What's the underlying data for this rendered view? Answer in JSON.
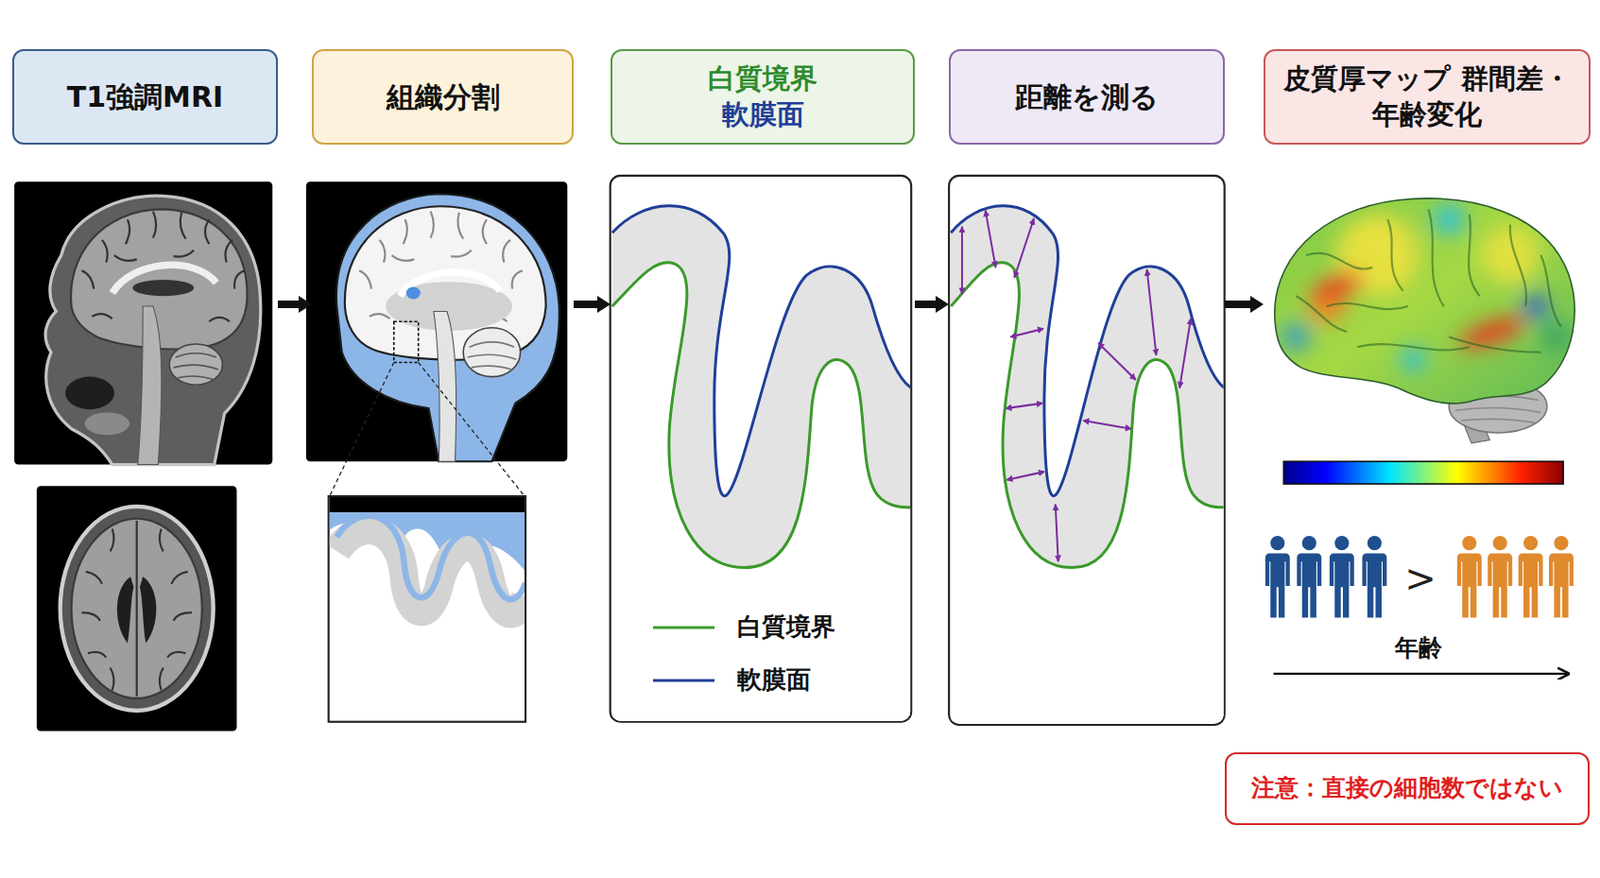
{
  "diagram": {
    "nodes": [
      {
        "text": [
          "T1強調MRI"
        ]
      },
      {
        "text": [
          "組織分割"
        ]
      },
      {
        "text": [
          "白質境界",
          "軟膜面"
        ]
      },
      {
        "text": [
          "距離を測る"
        ]
      },
      {
        "text": [
          "皮質厚マップ 群間差・年齢変化"
        ]
      },
      {
        "text": [
          "注意：直接の細胞数ではない"
        ]
      }
    ],
    "edges": [
      {
        "from": 0,
        "to": 1,
        "arrow": "to"
      },
      {
        "from": 1,
        "to": 2,
        "arrow": "to"
      },
      {
        "from": 2,
        "to": 3,
        "arrow": "to"
      },
      {
        "from": 3,
        "to": 4,
        "arrow": "to"
      }
    ],
    "labels": [
      ">",
      "年齢"
    ],
    "legend": [
      {
        "text": "白質境界"
      },
      {
        "text": "軟膜面"
      }
    ]
  }
}
